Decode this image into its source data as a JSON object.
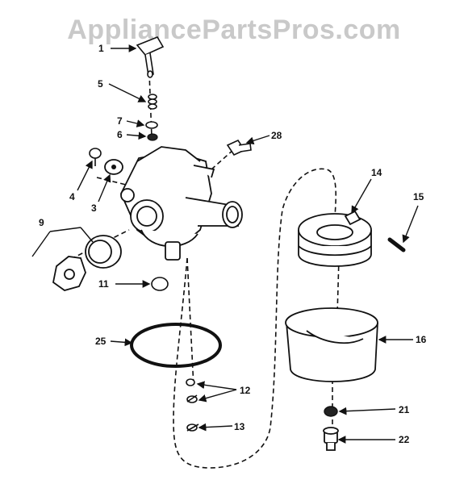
{
  "watermark": "AppliancePartsPros.com",
  "diagram": {
    "callouts": [
      {
        "id": "p1",
        "label": "1"
      },
      {
        "id": "p5",
        "label": "5"
      },
      {
        "id": "p7",
        "label": "7"
      },
      {
        "id": "p6",
        "label": "6"
      },
      {
        "id": "p28",
        "label": "28"
      },
      {
        "id": "p4",
        "label": "4"
      },
      {
        "id": "p3",
        "label": "3"
      },
      {
        "id": "p9",
        "label": "9"
      },
      {
        "id": "p11",
        "label": "11"
      },
      {
        "id": "p25",
        "label": "25"
      },
      {
        "id": "p12",
        "label": "12"
      },
      {
        "id": "p13",
        "label": "13"
      },
      {
        "id": "p14",
        "label": "14"
      },
      {
        "id": "p15",
        "label": "15"
      },
      {
        "id": "p16",
        "label": "16"
      },
      {
        "id": "p21",
        "label": "21"
      },
      {
        "id": "p22",
        "label": "22"
      }
    ]
  }
}
